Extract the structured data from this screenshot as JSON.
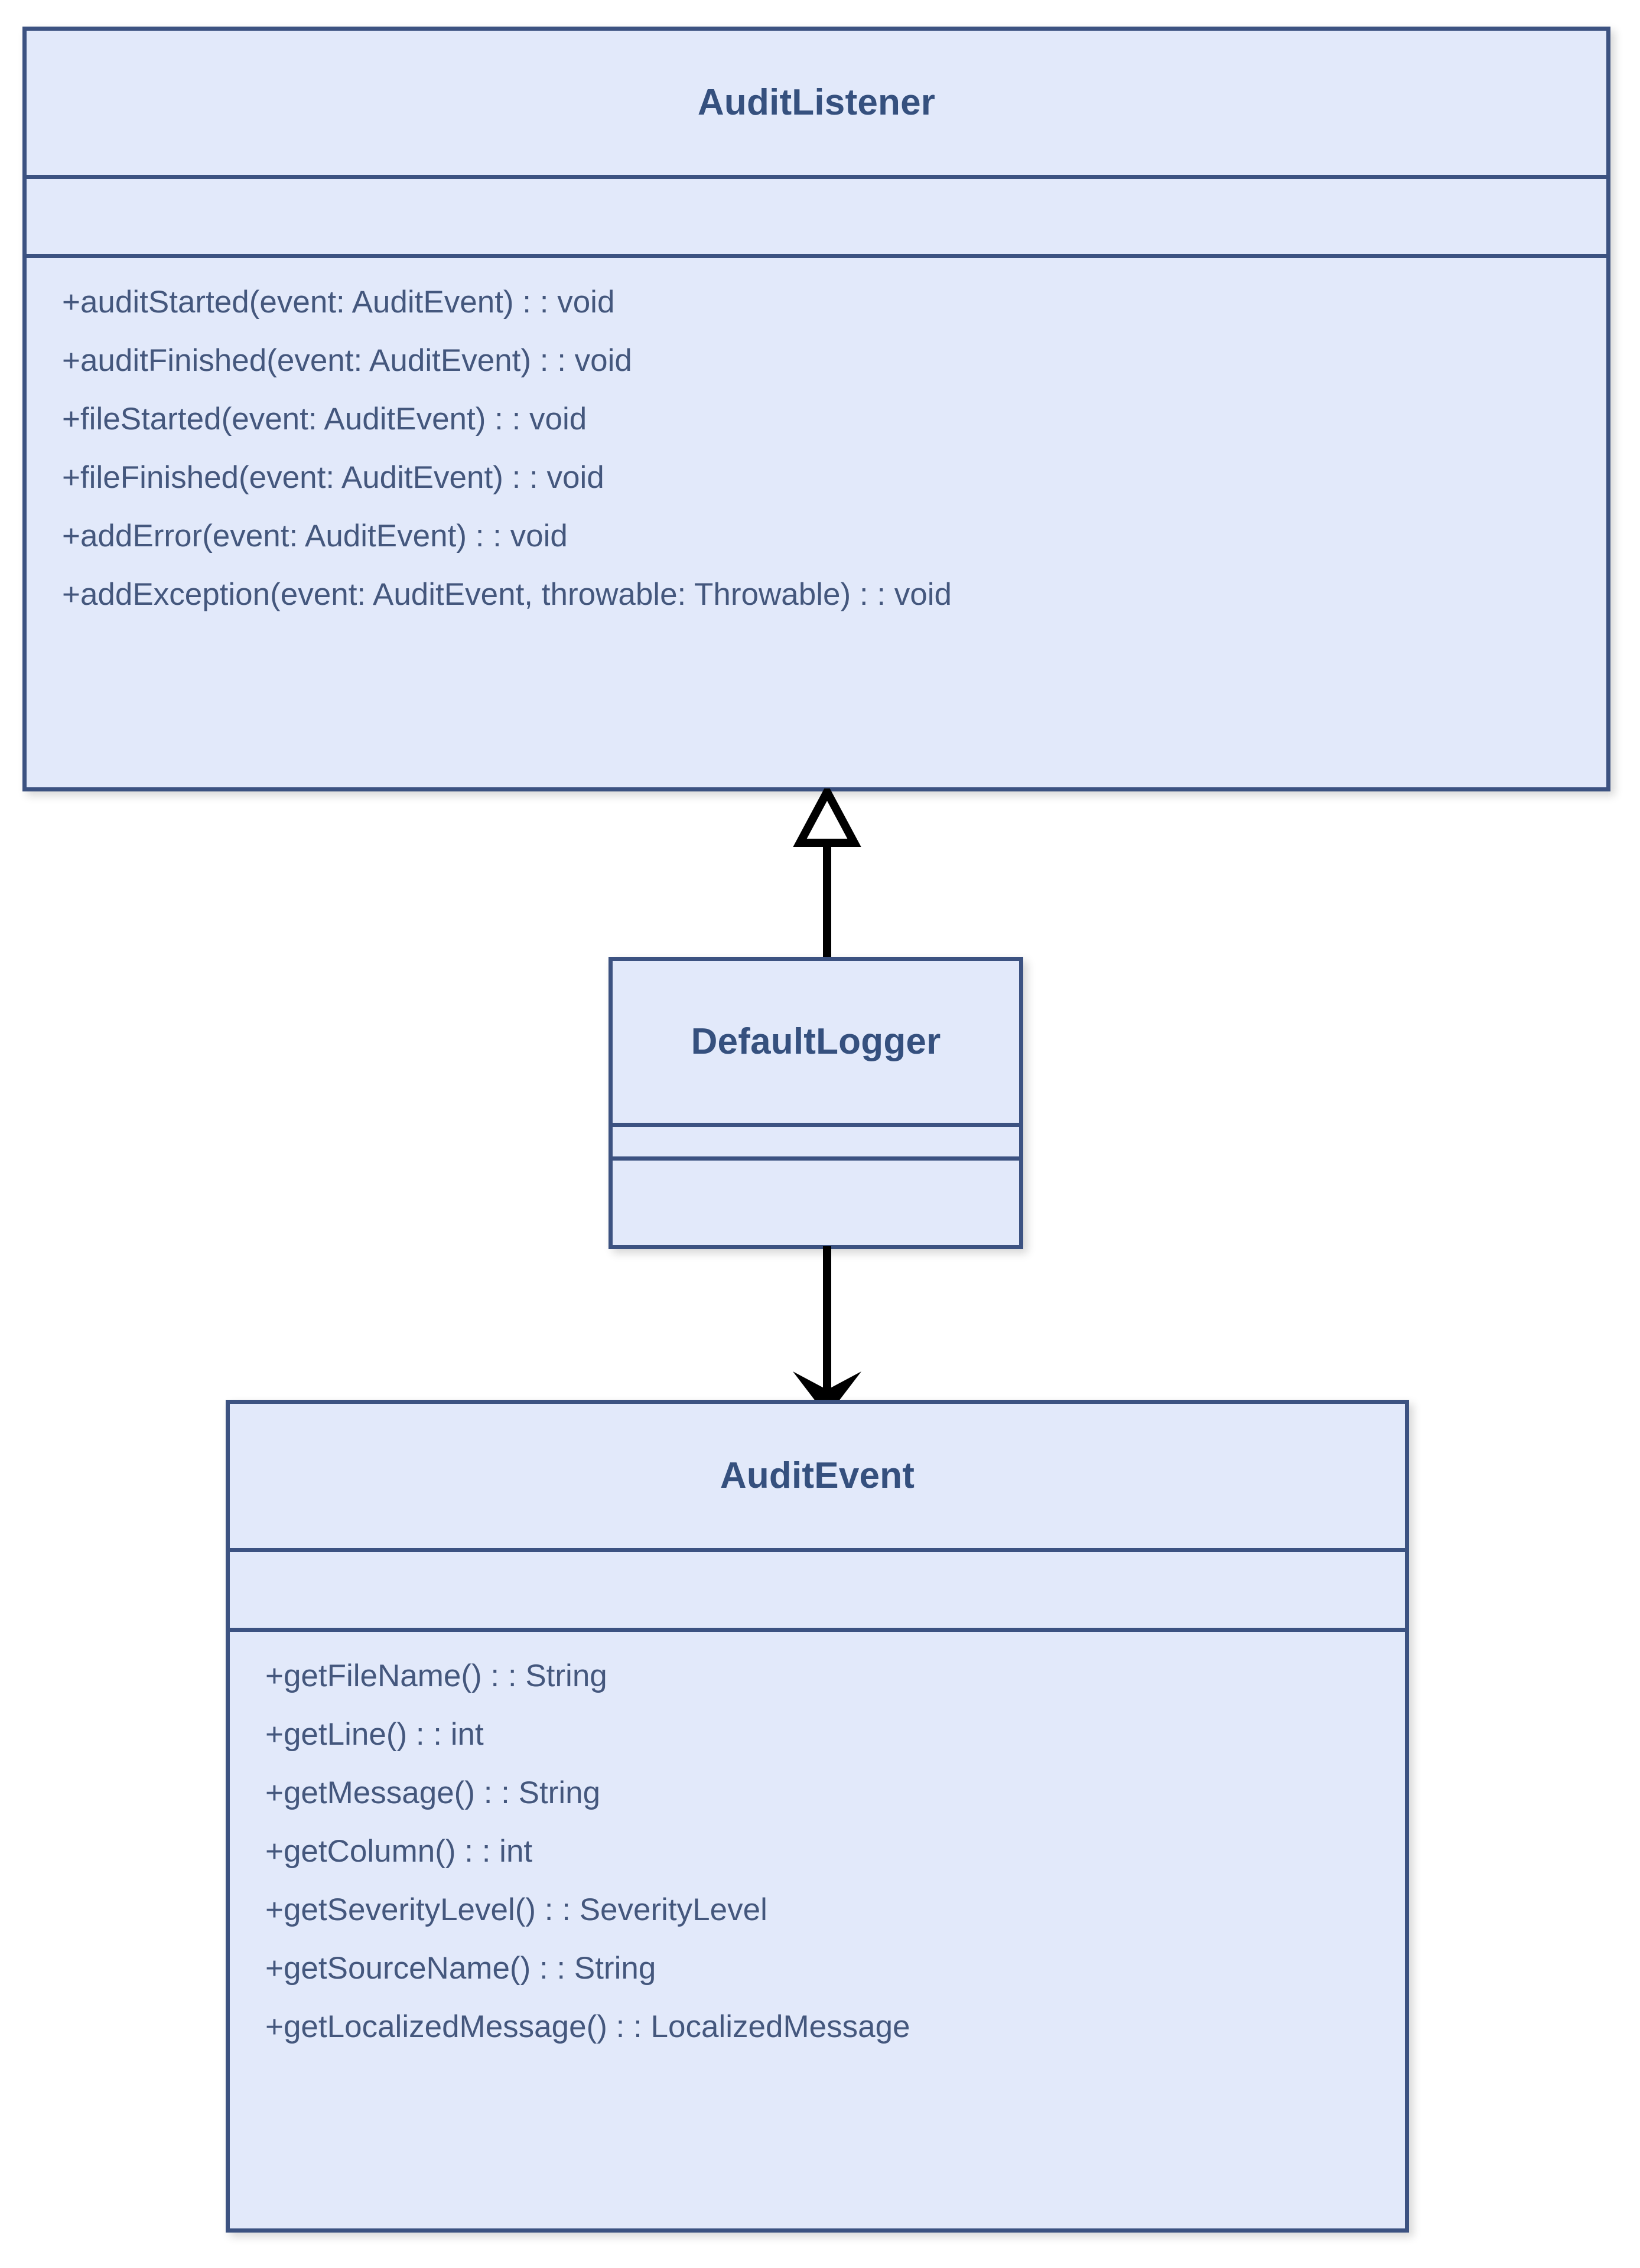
{
  "diagram": {
    "type": "uml-class-diagram",
    "background_color": "#ffffff",
    "class_fill_color": "#e2e9fa",
    "class_border_color": "#3c5281",
    "title_text_color": "#35507e",
    "member_text_color": "#44577d",
    "connector_color": "#000000"
  },
  "classes": [
    {
      "id": "auditlistener",
      "name": "AuditListener",
      "attributes": [],
      "operations": [
        "+auditStarted(event: AuditEvent) : : void",
        "+auditFinished(event: AuditEvent) : : void",
        "+fileStarted(event: AuditEvent) : : void",
        "+fileFinished(event: AuditEvent) : : void",
        "+addError(event: AuditEvent) : : void",
        "+addException(event: AuditEvent, throwable: Throwable) : : void"
      ]
    },
    {
      "id": "defaultlogger",
      "name": "DefaultLogger",
      "attributes": [],
      "operations": []
    },
    {
      "id": "auditevent",
      "name": "AuditEvent",
      "attributes": [],
      "operations": [
        "+getFileName() : : String",
        "+getLine() : : int",
        "+getMessage() : : String",
        "+getColumn() : : int",
        "+getSeverityLevel() : : SeverityLevel",
        "+getSourceName() : : String",
        "+getLocalizedMessage() : : LocalizedMessage"
      ]
    }
  ],
  "connectors": [
    {
      "id": "realization",
      "from": "DefaultLogger",
      "to": "AuditListener",
      "arrowhead": "hollow-triangle",
      "line": "solid",
      "direction": "up"
    },
    {
      "id": "association",
      "from": "DefaultLogger",
      "to": "AuditEvent",
      "arrowhead": "filled-barb",
      "line": "solid",
      "direction": "down"
    }
  ]
}
